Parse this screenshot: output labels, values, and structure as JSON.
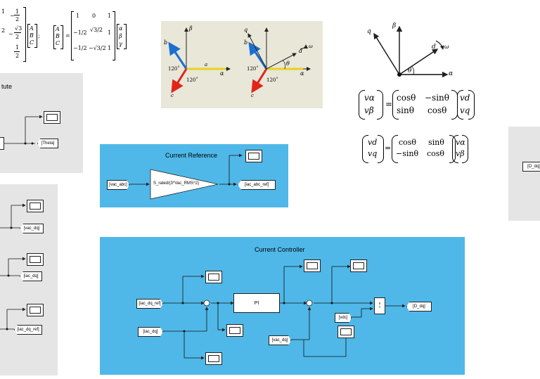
{
  "math_clarke": {
    "left_col": [
      "1",
      "2",
      "√3",
      "2",
      "1",
      "2"
    ],
    "left_col_signs": [
      "−",
      "−"
    ],
    "vec_abc": [
      "A",
      "B",
      "C"
    ],
    "sep": ";",
    "lhs_vec": [
      "A",
      "B",
      "C"
    ],
    "matrix_rows": [
      [
        "1",
        "0",
        "1"
      ],
      [
        "−1/2",
        "√3/2",
        "1"
      ],
      [
        "−1/2",
        "−√3/2",
        "1"
      ]
    ],
    "rhs_vec": [
      "α",
      "β",
      "γ"
    ]
  },
  "vector_diagrams": {
    "left": {
      "beta": "β",
      "alpha": "α",
      "a": "a",
      "b": "b",
      "c": "c",
      "angle1": "120˚",
      "angle2": "120˚"
    },
    "right": {
      "q": "q",
      "d": "d",
      "omega": "ω",
      "theta": "θ",
      "alpha": "α",
      "b": "b",
      "c": "c",
      "angle1": "120˚",
      "angle2": "120˚"
    },
    "third": {
      "q": "q",
      "beta": "β",
      "d": "d",
      "omega": "ω",
      "theta": "θ",
      "alpha": "α"
    }
  },
  "park_eq1": {
    "lhs": [
      "vα",
      "vβ"
    ],
    "matrix": [
      [
        "cosθ",
        "−sinθ"
      ],
      [
        "sinθ",
        "cosθ"
      ]
    ],
    "rhs": [
      "vd",
      "vq"
    ]
  },
  "park_eq2": {
    "lhs": [
      "vd",
      "vq"
    ],
    "matrix": [
      [
        "cosθ",
        "sinθ"
      ],
      [
        "−sinθ",
        "cosθ"
      ]
    ],
    "rhs": [
      "vα",
      "vβ"
    ]
  },
  "panel_tl": {
    "title": "tute",
    "goto_theta": "[Theta]"
  },
  "panel_ml": {
    "goto_vac_dq": "[vac_dq]",
    "goto_iac_dq": "[iac_dq]",
    "goto_iac_dq_ref": "[iac_dq_ref]"
  },
  "current_reference": {
    "title": "Current Reference",
    "from_vac_abc": "[vac_abc]",
    "gain": "S_rated/(3*Vac_RMS^2)",
    "goto_iac_abc_ref": "[iac_abc_ref]"
  },
  "current_controller": {
    "title": "Current Controller",
    "from_iac_dq_ref": "[iac_dq_ref]",
    "from_iac_dq": "[iac_dq]",
    "pi": "PI",
    "from_vac_dq": "[vac_dq]",
    "from_vdc": "[vdc]",
    "product_x": "x",
    "product_div": "÷",
    "goto_D_dq": "[D_dq]"
  },
  "panel_right": {
    "from_D_dq": "[D_dq]"
  }
}
